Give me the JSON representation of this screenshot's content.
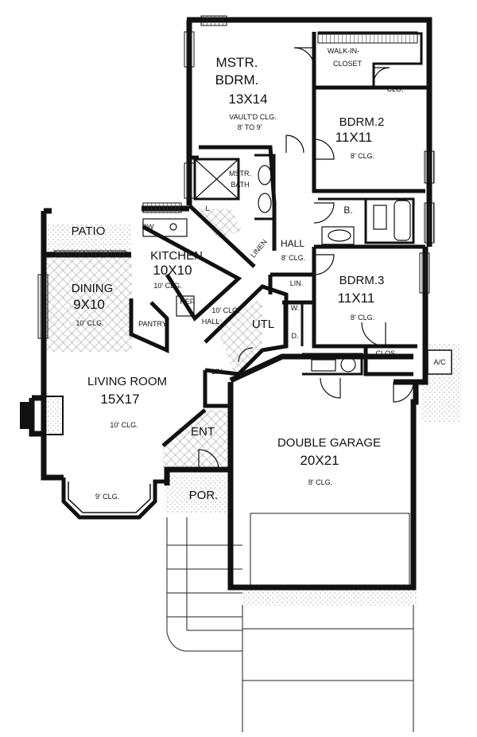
{
  "rooms": {
    "master": {
      "name1": "MSTR.",
      "name2": "BDRM.",
      "size": "13X14",
      "note1": "VAULT'D CLG.",
      "note2": "8' TO 9'"
    },
    "walk_in_closet": {
      "line1": "WALK-IN-",
      "line2": "CLOSET"
    },
    "clo": "CLO.",
    "bdrm2": {
      "name": "BDRM.2",
      "size": "11X11",
      "note": "8' CLG."
    },
    "mstr_bath": {
      "line1": "MSTR.",
      "line2": "BATH"
    },
    "l_closet": "L",
    "bath": "B.",
    "linen": "LINEN",
    "hall_upper": {
      "name": "HALL",
      "note": "8' CLG."
    },
    "patio": "PATIO",
    "dw": "DW",
    "kitchen": {
      "name": "KITCHEN",
      "size": "10X10",
      "note": "10' CLG."
    },
    "ref": "REF.",
    "dining": {
      "name": "DINING",
      "size": "9X10",
      "note": "10' CLG."
    },
    "pantry": "PANTRY",
    "hall_lower": {
      "note": "10' CLG.",
      "name": "HALL"
    },
    "lin_upper": "LIN.",
    "bdrm3": {
      "name": "BDRM.3",
      "size": "11X11",
      "note": "8' CLG."
    },
    "washer": "W.",
    "dryer": "D.",
    "utl": "UTL",
    "clos": "CLOS.",
    "ac": "A/C",
    "lin_lower": "LIN",
    "living": {
      "name": "LIVING ROOM",
      "size": "15X17",
      "note": "10' CLG."
    },
    "bay_note": "9' CLG.",
    "ent": "ENT",
    "por": "POR.",
    "garage": {
      "name": "DOUBLE GARAGE",
      "size": "20X21",
      "note": "8' CLG."
    }
  },
  "colors": {
    "wall": "#111111",
    "background": "#ffffff",
    "hatch": "#555555"
  }
}
